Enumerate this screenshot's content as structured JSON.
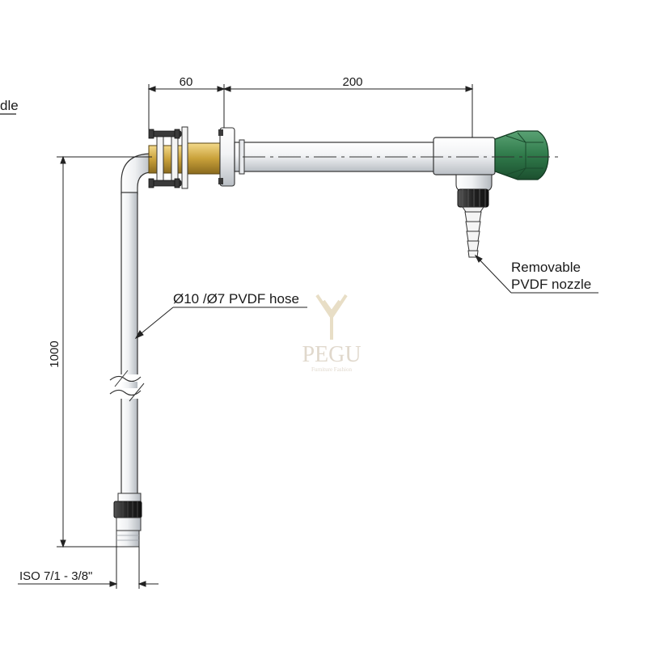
{
  "labels": {
    "partial_label": "dle",
    "dim_60": "60",
    "dim_200": "200",
    "dim_1000": "1000",
    "hose_label": "Ø10 /Ø7 PVDF hose",
    "nozzle_label_line1": "Removable",
    "nozzle_label_line2": "PVDF nozzle",
    "thread_label": "ISO 7/1 - 3/8\""
  },
  "watermark": {
    "brand": "PEGU",
    "tagline": "Furniture Fashion"
  },
  "colors": {
    "brass": "#c9a13a",
    "valve_green": "#2f7a4a",
    "pipe_silver": "#e6e8eb",
    "outline": "#333333",
    "dark_fitting": "#2a2a2a"
  }
}
